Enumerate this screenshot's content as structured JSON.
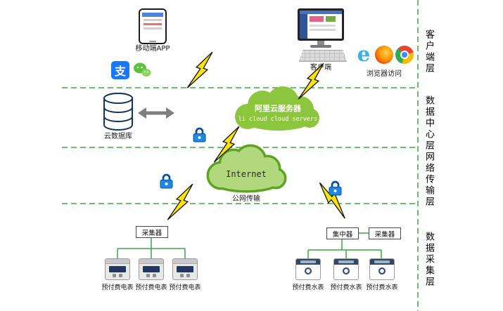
{
  "layers": {
    "client": "客户端层",
    "data_center": "数据中心层",
    "network": "网络传输层",
    "collection": "数据采集层"
  },
  "client_layer": {
    "mobile_app_label": "移动端APP",
    "client_label": "客户端",
    "browser_label": "浏览器访问"
  },
  "data_center_layer": {
    "cloud_db_label": "云数据库",
    "ali_cloud_line1": "阿里云服务器",
    "ali_cloud_line2": "li cloud  cloud servers"
  },
  "network_layer": {
    "internet_label": "Internet",
    "public_net_label": "公网传输"
  },
  "collection_layer": {
    "collector_left_label": "采集器",
    "concentrator_label": "集中器",
    "collector_right_label": "采集器",
    "electric_meters": [
      "预付费电表",
      "预付费电表",
      "预付费电表"
    ],
    "water_meters": [
      "预付费水表",
      "预付费水表",
      "预付费水表"
    ]
  },
  "icons": {
    "alipay_glyph": "支",
    "ie_glyph": "e"
  },
  "colors": {
    "layer_line_green": "#3aa945",
    "cloud_green": "#8cc63f",
    "internet_cloud_border": "#5ea321",
    "bolt_yellow": "#ffe400",
    "lock_blue": "#1e88e5",
    "alipay_blue": "#1678ff",
    "wechat_green": "#58c337"
  }
}
